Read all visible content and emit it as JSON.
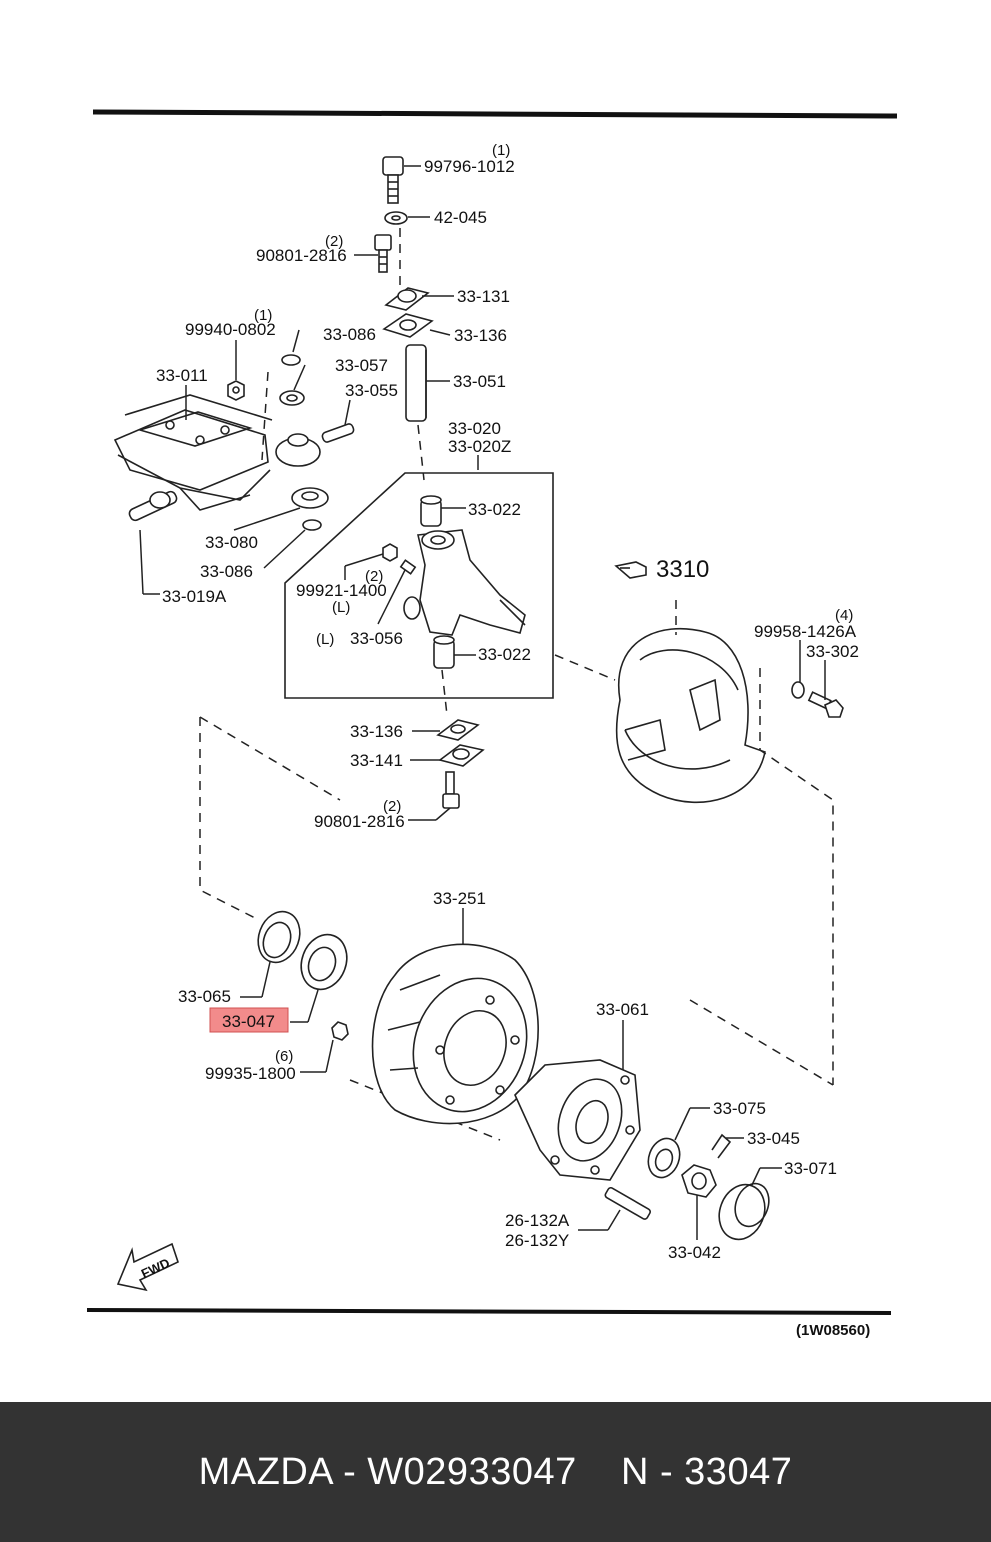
{
  "diagram": {
    "reference_code": "(1W08560)",
    "section_ref": "3310",
    "fwd_label": "FWD",
    "highlight_color": "#f28b8b",
    "highlighted_part": "33-047",
    "callouts": [
      {
        "id": "c1",
        "label": "99796-1012",
        "qty": "(1)"
      },
      {
        "id": "c2",
        "label": "42-045",
        "qty": ""
      },
      {
        "id": "c3",
        "label": "90801-2816",
        "qty": "(2)"
      },
      {
        "id": "c4",
        "label": "33-131",
        "qty": ""
      },
      {
        "id": "c5",
        "label": "33-136",
        "qty": ""
      },
      {
        "id": "c6",
        "label": "99940-0802",
        "qty": "(1)"
      },
      {
        "id": "c7",
        "label": "33-086",
        "qty": ""
      },
      {
        "id": "c8",
        "label": "33-057",
        "qty": ""
      },
      {
        "id": "c9",
        "label": "33-011",
        "qty": ""
      },
      {
        "id": "c10",
        "label": "33-055",
        "qty": ""
      },
      {
        "id": "c11",
        "label": "33-051",
        "qty": ""
      },
      {
        "id": "c12",
        "label": "33-020",
        "qty": ""
      },
      {
        "id": "c13",
        "label": "33-020Z",
        "qty": ""
      },
      {
        "id": "c14",
        "label": "33-022",
        "qty": ""
      },
      {
        "id": "c15",
        "label": "33-080",
        "qty": ""
      },
      {
        "id": "c16",
        "label": "33-086",
        "qty": ""
      },
      {
        "id": "c17",
        "label": "33-019A",
        "qty": ""
      },
      {
        "id": "c18",
        "label": "99921-1400",
        "qty": "(2)",
        "note": "(L)"
      },
      {
        "id": "c19",
        "label": "33-056",
        "qty": "(L)"
      },
      {
        "id": "c20",
        "label": "33-022",
        "qty": ""
      },
      {
        "id": "c21",
        "label": "99958-1426A",
        "qty": "(4)"
      },
      {
        "id": "c22",
        "label": "33-302",
        "qty": ""
      },
      {
        "id": "c23",
        "label": "33-136",
        "qty": ""
      },
      {
        "id": "c24",
        "label": "33-141",
        "qty": ""
      },
      {
        "id": "c25",
        "label": "90801-2816",
        "qty": "(2)"
      },
      {
        "id": "c26",
        "label": "33-251",
        "qty": ""
      },
      {
        "id": "c27",
        "label": "33-065",
        "qty": ""
      },
      {
        "id": "c28",
        "label": "33-047",
        "qty": ""
      },
      {
        "id": "c29",
        "label": "99935-1800",
        "qty": "(6)"
      },
      {
        "id": "c30",
        "label": "33-061",
        "qty": ""
      },
      {
        "id": "c31",
        "label": "33-075",
        "qty": ""
      },
      {
        "id": "c32",
        "label": "33-045",
        "qty": ""
      },
      {
        "id": "c33",
        "label": "33-071",
        "qty": ""
      },
      {
        "id": "c34",
        "label": "26-132A",
        "qty": ""
      },
      {
        "id": "c35",
        "label": "26-132Y",
        "qty": ""
      },
      {
        "id": "c36",
        "label": "33-042",
        "qty": ""
      }
    ]
  },
  "footer": {
    "text": "MAZDA - W02933047    N - 33047"
  }
}
